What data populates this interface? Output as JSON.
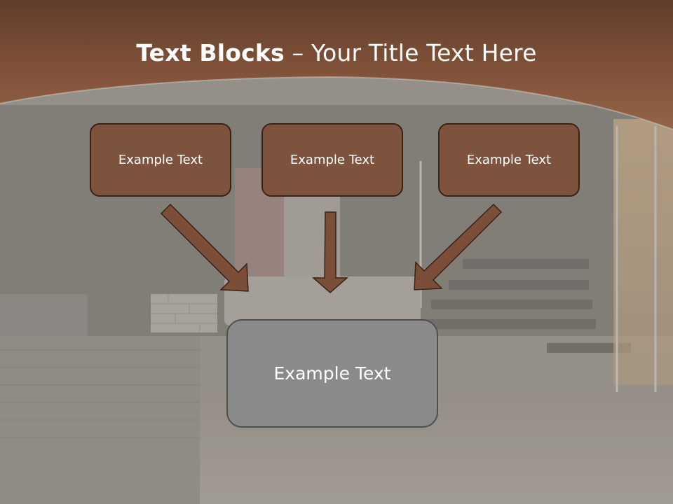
{
  "slide": {
    "title_bold": "Text Blocks",
    "title_rest": " – Your Title Text Here",
    "blocks": [
      {
        "label": "Example Text"
      },
      {
        "label": "Example Text"
      },
      {
        "label": "Example Text"
      }
    ],
    "target": {
      "label": "Example Text"
    }
  },
  "colors": {
    "header_brown": "#7b5038",
    "block_fill": "#7e533d",
    "block_border": "#3b2216",
    "target_fill": "#8a8a8a",
    "arrow_fill": "#7a4e38"
  }
}
